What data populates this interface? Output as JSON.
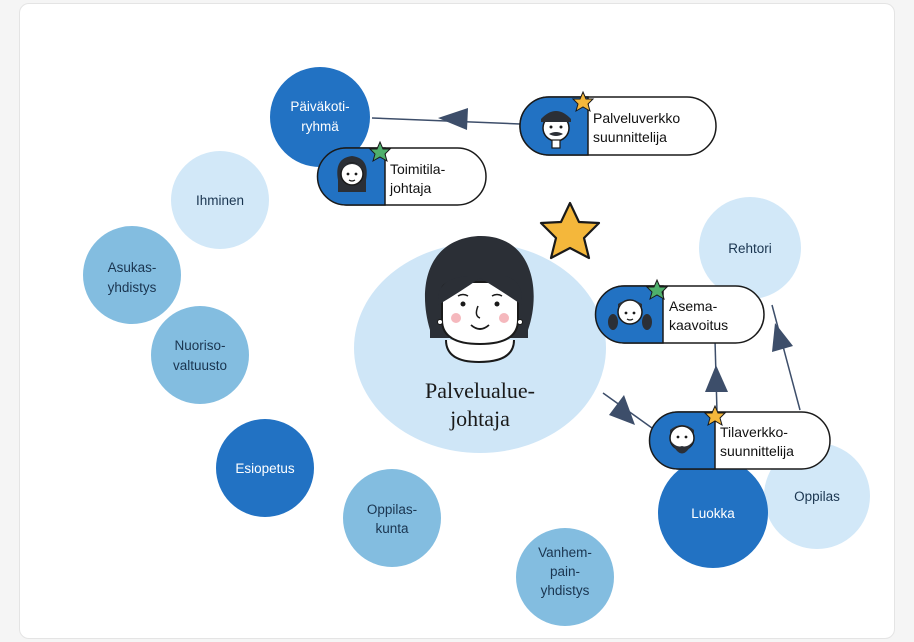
{
  "center": {
    "label_lines": [
      "Palvelualue-",
      "johtaja"
    ]
  },
  "bubbles": [
    {
      "id": "paivakoti",
      "lines": [
        "Päiväkoti-",
        "ryhmä"
      ],
      "tone": "dark"
    },
    {
      "id": "ihminen",
      "lines": [
        "Ihminen"
      ],
      "tone": "light"
    },
    {
      "id": "asukas",
      "lines": [
        "Asukas-",
        "yhdistys"
      ],
      "tone": "mid"
    },
    {
      "id": "nuoriso",
      "lines": [
        "Nuoriso-",
        "valtuusto"
      ],
      "tone": "mid"
    },
    {
      "id": "esiopetus",
      "lines": [
        "Esiopetus"
      ],
      "tone": "dark"
    },
    {
      "id": "oppilaskunta",
      "lines": [
        "Oppilas-",
        "kunta"
      ],
      "tone": "mid"
    },
    {
      "id": "vanhempain",
      "lines": [
        "Vanhem-",
        "pain-",
        "yhdistys"
      ],
      "tone": "mid"
    },
    {
      "id": "rehtori",
      "lines": [
        "Rehtori"
      ],
      "tone": "light"
    },
    {
      "id": "luokka",
      "lines": [
        "Luokka"
      ],
      "tone": "dark"
    },
    {
      "id": "oppilas",
      "lines": [
        "Oppilas"
      ],
      "tone": "light"
    }
  ],
  "pills": [
    {
      "id": "palveluverkko",
      "lines": [
        "Palveluverkko",
        "suunnittelija"
      ],
      "star": "gold",
      "avatar": "mustache-man"
    },
    {
      "id": "toimitila",
      "lines": [
        "Toimitila-",
        "johtaja"
      ],
      "star": "green",
      "avatar": "woman"
    },
    {
      "id": "asema",
      "lines": [
        "Asema-",
        "kaavoitus"
      ],
      "star": "green",
      "avatar": "woman-pigtails"
    },
    {
      "id": "tilaverkko",
      "lines": [
        "Tilaverkko-",
        "suunnittelija"
      ],
      "star": "gold",
      "avatar": "bearded-man"
    }
  ],
  "colors": {
    "dark": "#2272c3",
    "mid": "#83bde0",
    "light": "#d2e8f8",
    "center": "#cfe6f7",
    "arrow": "#3d4e6a",
    "star_gold": "#f4b73b",
    "star_green": "#4fb06c"
  }
}
